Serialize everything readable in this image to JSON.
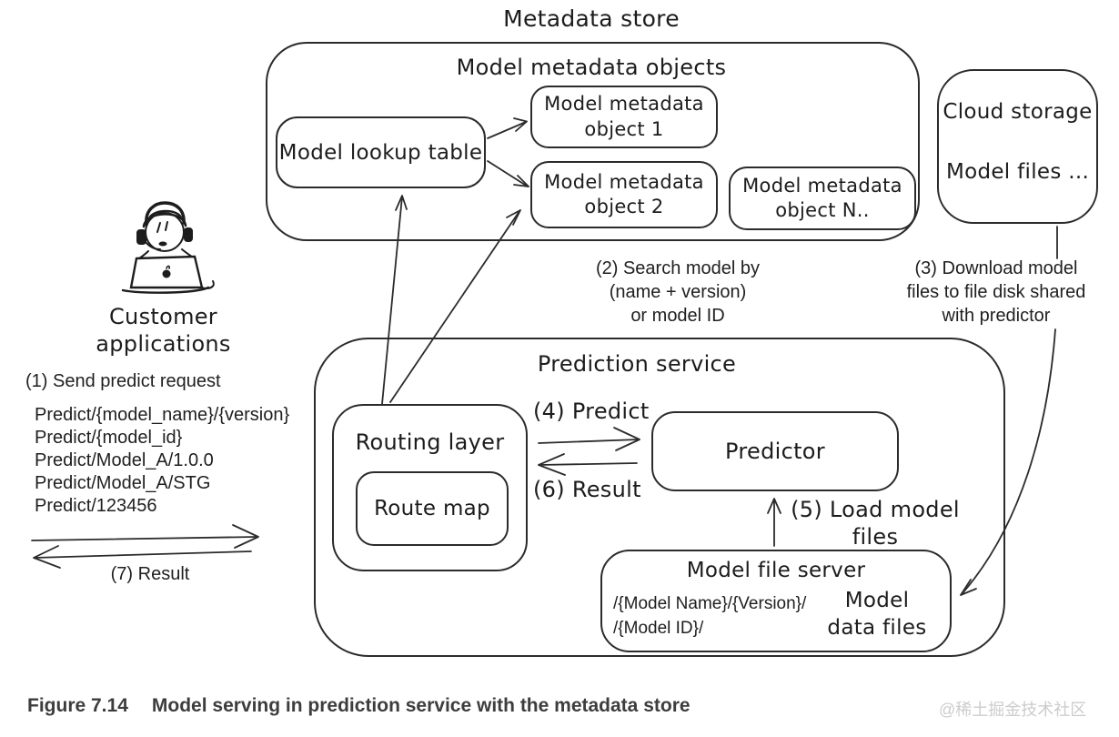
{
  "title": "Metadata store",
  "metadata_store": {
    "label": "Model metadata objects",
    "lookup_table": "Model lookup table",
    "objects": [
      "Model metadata\nobject 1",
      "Model metadata\nobject 2",
      "Model metadata\nobject N.."
    ]
  },
  "cloud_storage": {
    "title": "Cloud storage",
    "subtitle": "Model files ..."
  },
  "customer": {
    "label": "Customer\napplications"
  },
  "requests": [
    "Predict/{model_name}/{version}",
    "Predict/{model_id}",
    "Predict/Model_A/1.0.0",
    "Predict/Model_A/STG",
    "Predict/123456"
  ],
  "annotations": {
    "step1": "(1) Send predict request",
    "step2": "(2) Search model by\n(name + version)\nor model ID",
    "step3": "(3) Download model\nfiles to file disk shared\nwith predictor",
    "step4": "(4) Predict",
    "step5": "(5) Load model\nfiles",
    "step6": "(6) Result",
    "step7": "(7) Result"
  },
  "prediction_service": {
    "title": "Prediction service",
    "routing_layer": "Routing layer",
    "route_map": "Route map",
    "predictor": "Predictor",
    "model_file_server": {
      "title": "Model file server",
      "paths": [
        "/{Model Name}/{Version}/",
        "/{Model ID}/"
      ],
      "files_label": "Model\ndata files"
    }
  },
  "caption": {
    "figure": "Figure 7.14",
    "text": "Model serving in prediction service with the metadata store"
  },
  "watermark": "@稀土掘金技术社区",
  "colors": {
    "ink": "#2b2b2b",
    "caption": "#3d3d3d",
    "watermark": "#cccccc",
    "background": "#ffffff"
  }
}
